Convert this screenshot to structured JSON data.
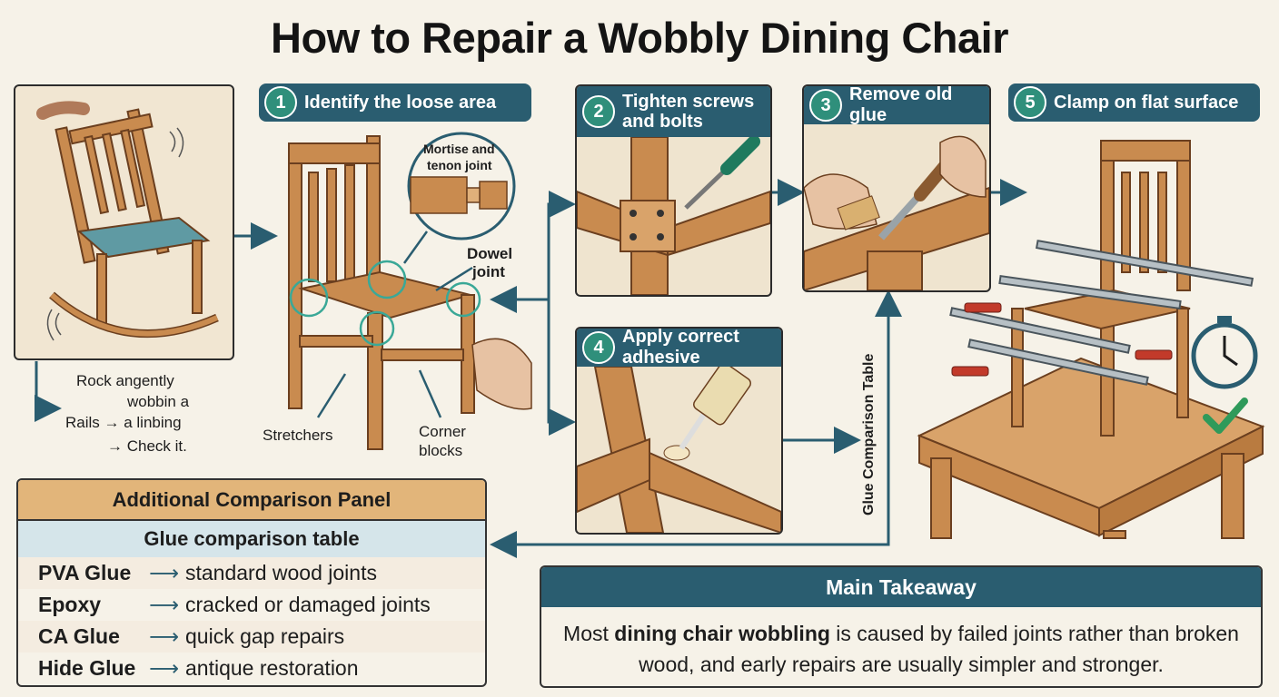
{
  "title": "How to Repair a Wobbly Dining Chair",
  "intro_caption": {
    "line1": "Rock angently",
    "line2": "wobbin a",
    "line3": "Rails → a linbing",
    "line4": "→ Check it."
  },
  "steps": [
    {
      "number": "1",
      "label": "Identify the loose area"
    },
    {
      "number": "2",
      "label_line1": "Tighten screws",
      "label_line2": "and bolts"
    },
    {
      "number": "3",
      "label": "Remove old glue"
    },
    {
      "number": "4",
      "label": "Apply correct adhesive"
    },
    {
      "number": "5",
      "label": "Clamp on flat surface"
    }
  ],
  "step1_callouts": {
    "mortise_line1": "Mortise and",
    "mortise_line2": "tenon joint",
    "dowel_line1": "Dowel",
    "dowel_line2": "joint",
    "stretchers": "Stretchers",
    "corner_line1": "Corner",
    "corner_line2": "blocks"
  },
  "vertical_label": "Glue Comparison Table",
  "comparison_panel": {
    "title": "Additional Comparison Panel",
    "subtitle": "Glue comparison table",
    "rows": [
      {
        "glue": "PVA Glue",
        "arrow": "⟶",
        "use": "standard wood joints"
      },
      {
        "glue": "Epoxy",
        "arrow": "⟶",
        "use": "cracked or damaged joints"
      },
      {
        "glue": "CA Glue",
        "arrow": "⟶",
        "use": "quick gap repairs"
      },
      {
        "glue": "Hide Glue",
        "arrow": "⟶",
        "use": "antique restoration"
      }
    ]
  },
  "takeaway": {
    "title": "Main Takeaway",
    "text_before": "Most ",
    "text_bold": "dining chair wobbling",
    "text_after": " is caused by failed joints rather than broken wood, and early repairs are usually simpler and stronger."
  },
  "colors": {
    "step_header": "#2a5d70",
    "badge": "#2f8f7b",
    "wood": "#c98b4f",
    "cushion": "#5f9aa3",
    "comparison_header": "#e2b57a"
  }
}
